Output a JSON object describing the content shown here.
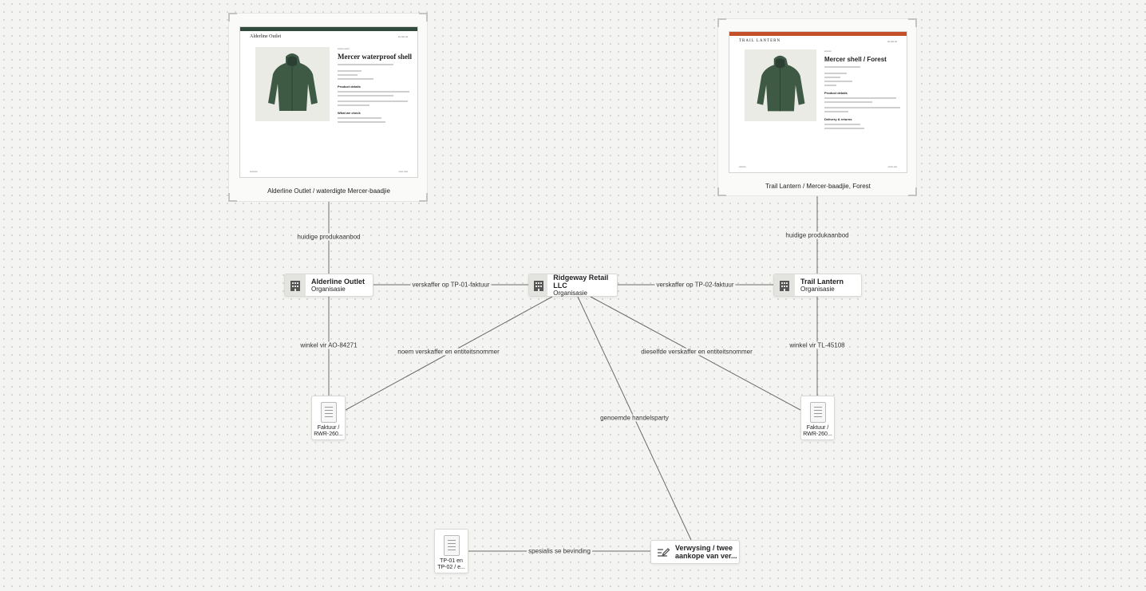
{
  "cards": [
    {
      "caption": "Alderline Outlet / waterdigte Mercer-baadjie",
      "site_brand": "Alderline Outlet",
      "product_title": "Mercer waterproof shell",
      "section_1": "Product details",
      "section_2": "What we check",
      "accent": "#2f4a3c"
    },
    {
      "caption": "Trail Lantern / Mercer-baadjie, Forest",
      "site_brand": "TRAIL LANTERN",
      "product_title": "Mercer shell / Forest",
      "section_1": "Product details",
      "section_2": "Delivery & returns",
      "accent": "#c4502a"
    }
  ],
  "nodes": {
    "alderline": {
      "title": "Alderline Outlet",
      "subtitle": "Organisasie"
    },
    "ridgeway": {
      "title": "Ridgeway Retail LLC",
      "subtitle": "Organisasie"
    },
    "trail": {
      "title": "Trail Lantern",
      "subtitle": "Organisasie"
    },
    "invoice_left": {
      "line1": "Faktuur /",
      "line2": "RWR-260..."
    },
    "invoice_right": {
      "line1": "Faktuur /",
      "line2": "RWR-260..."
    },
    "tp_doc": {
      "line1": "TP-01 en",
      "line2": "TP-02 / e..."
    },
    "note": {
      "line1": "Verwysing / twee",
      "line2": "aankope van ver..."
    }
  },
  "edge_labels": {
    "e1": "huidige produkaanbod",
    "e2": "huidige produkaanbod",
    "e3": "verskaffer op TP-01-faktuur",
    "e4": "verskaffer op TP-02-faktuur",
    "e5": "winkel vir AO-84271",
    "e6": "winkel vir TL-45108",
    "e7": "noem verskaffer en entiteitsnommer",
    "e8": "dieselfde verskaffer en entiteitsnommer",
    "e9": "genoemde handelsparty",
    "e10": "spesialis se bevinding"
  },
  "icons": {
    "organization": "building-icon",
    "document": "document-icon",
    "note": "edit-note-icon"
  },
  "colors": {
    "jacket": "#3e5a45",
    "edge": "#6b6b6b"
  }
}
